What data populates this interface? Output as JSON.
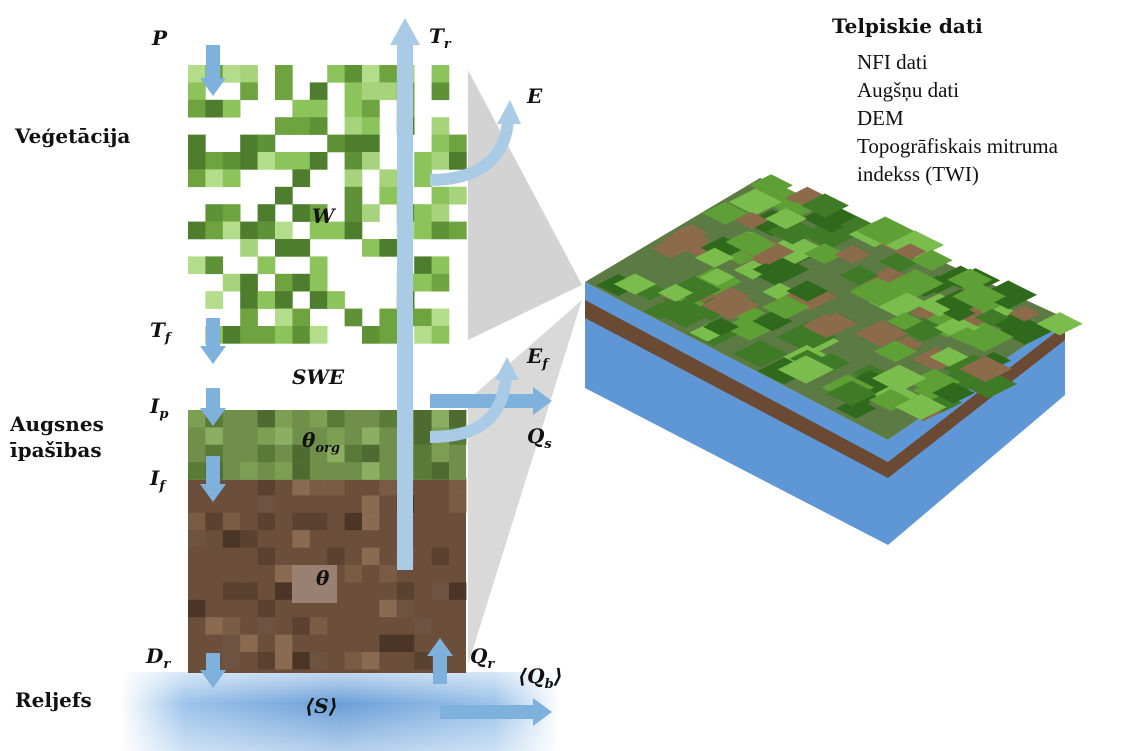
{
  "sections": {
    "vegetation": "Veģetācija",
    "soil_line1": "Augsnes",
    "soil_line2": "īpašības",
    "relief": "Reljefs"
  },
  "symbols": {
    "P": "P",
    "Tr": "T",
    "Tr_sub": "r",
    "E": "E",
    "W": "W",
    "Tf": "T",
    "Tf_sub": "f",
    "SWE": "SWE",
    "Ef": "E",
    "Ef_sub": "f",
    "Ip": "I",
    "Ip_sub": "p",
    "theta_org": "θ",
    "theta_org_sub": "org",
    "Qs": "Q",
    "Qs_sub": "s",
    "If": "I",
    "If_sub": "f",
    "theta": "θ",
    "Dr": "D",
    "Dr_sub": "r",
    "Qr": "Q",
    "Qr_sub": "r",
    "Qb_open": "⟨Q",
    "Qb_sub": "b",
    "Qb_close": "⟩",
    "S": "⟨S⟩"
  },
  "spatial_data": {
    "title": "Telpiskie dati",
    "items": [
      "NFI dati",
      "Augšņu dati",
      "DEM",
      "Topogrāfiskais mitruma",
      "indekss (TWI)"
    ]
  },
  "colors": {
    "arrow": "#7fb1dd",
    "arrow_light": "#a9cbe6",
    "water": "#6b9fd8",
    "soil": "#6b4f3a",
    "moss": "#6f8f4a",
    "leaf_dark": "#4f7d2e",
    "leaf_light": "#9fd276",
    "cone": "#cfcfcf"
  },
  "icons": {
    "arrow": "arrow-icon",
    "terrain": "terrain-block-icon"
  }
}
